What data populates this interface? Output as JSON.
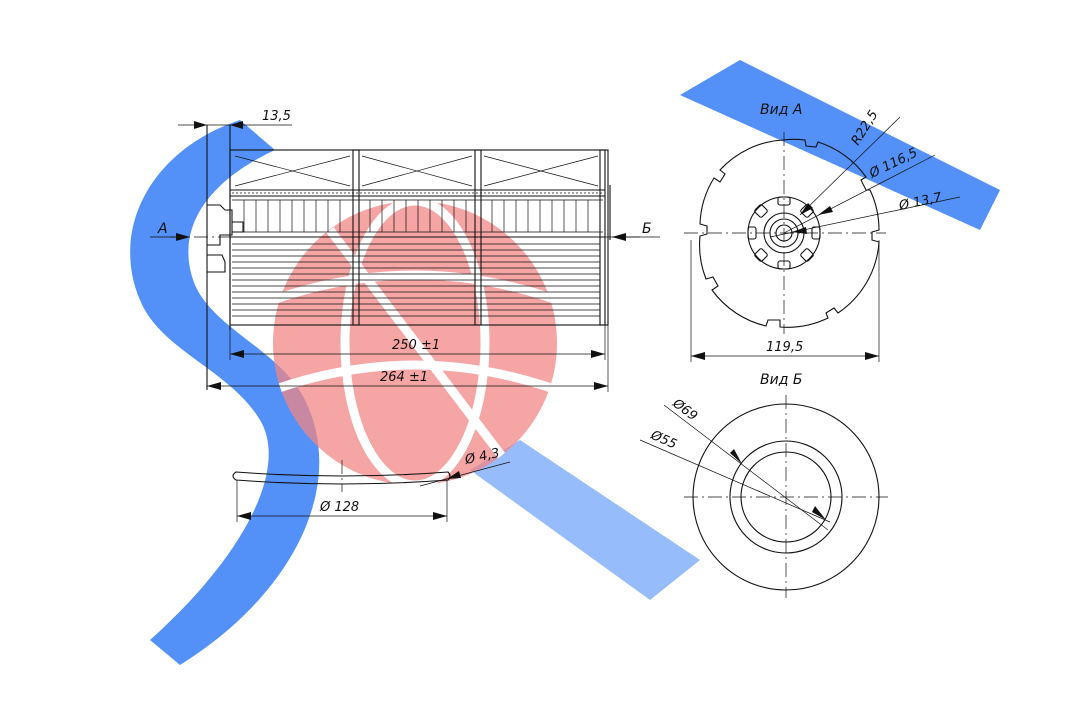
{
  "views": {
    "view_a_title": "Вид А",
    "view_b_title": "Вид Б",
    "arrow_a": "А",
    "arrow_b": "Б"
  },
  "dimensions": {
    "flange": "13,5",
    "body_length": "250 ±1",
    "overall_length": "264 ±1",
    "gasket_diameter": "Ø 128",
    "gasket_section": "Ø 4,3",
    "view_a_outer_width": "119,5",
    "view_a_radius": "R22,5",
    "view_a_diameter_large": "Ø 116,5",
    "view_a_diameter_hole": "Ø 13,7",
    "view_b_diameter_outer": "Ø69",
    "view_b_diameter_inner": "Ø55"
  },
  "colors": {
    "line": "#111111",
    "watermark_blue": "#1e6ff5",
    "watermark_red": "#f07070"
  }
}
